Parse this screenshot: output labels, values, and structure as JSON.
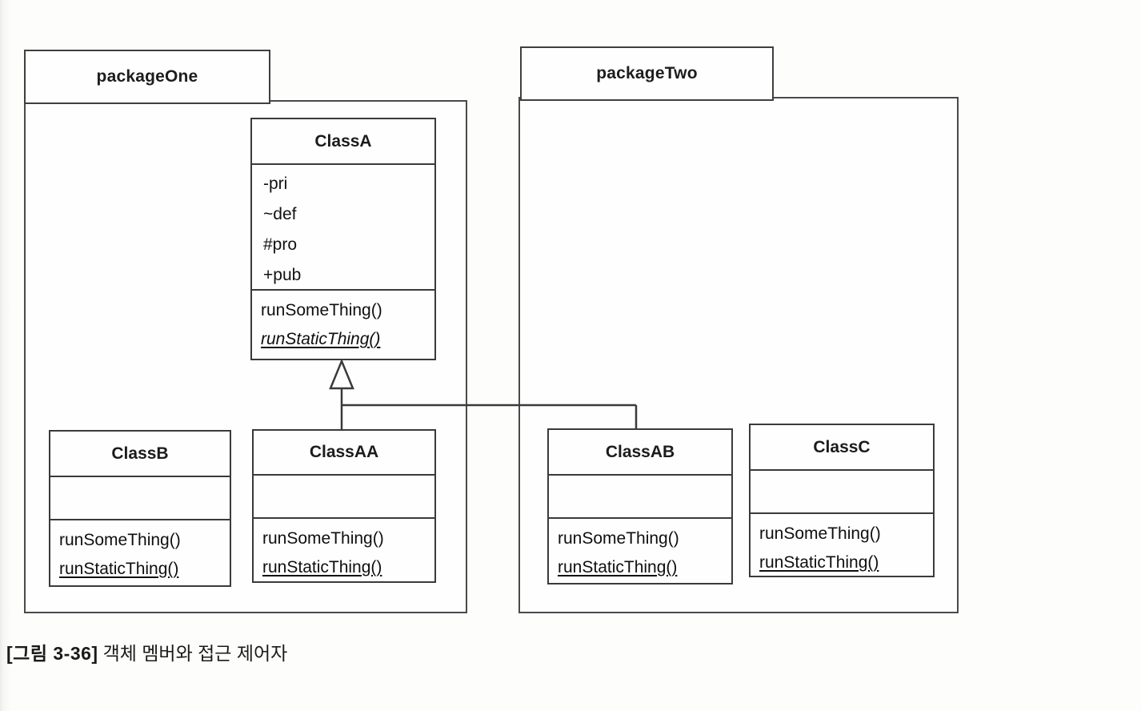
{
  "packages": {
    "one": {
      "name": "packageOne"
    },
    "two": {
      "name": "packageTwo"
    }
  },
  "classes": {
    "classA": {
      "name": "ClassA",
      "attributes": [
        "-pri",
        "~def",
        "#pro",
        "+pub"
      ],
      "methods": [
        "runSomeThing()",
        "runStaticThing()"
      ]
    },
    "classB": {
      "name": "ClassB",
      "methods": [
        "runSomeThing()",
        "runStaticThing()"
      ]
    },
    "classAA": {
      "name": "ClassAA",
      "methods": [
        "runSomeThing()",
        "runStaticThing()"
      ]
    },
    "classAB": {
      "name": "ClassAB",
      "methods": [
        "runSomeThing()",
        "runStaticThing()"
      ]
    },
    "classC": {
      "name": "ClassC",
      "methods": [
        "runSomeThing()",
        "runStaticThing()"
      ]
    }
  },
  "relationship": {
    "type": "generalization",
    "parent": "ClassA",
    "children": [
      "ClassAA",
      "ClassAB"
    ]
  },
  "caption": {
    "figure_label": "[그림 3-36]",
    "text": "객체 멤버와 접근 제어자"
  },
  "colors": {
    "line": "#3f3f3f",
    "text": "#161616",
    "background": "#fdfdfc"
  }
}
